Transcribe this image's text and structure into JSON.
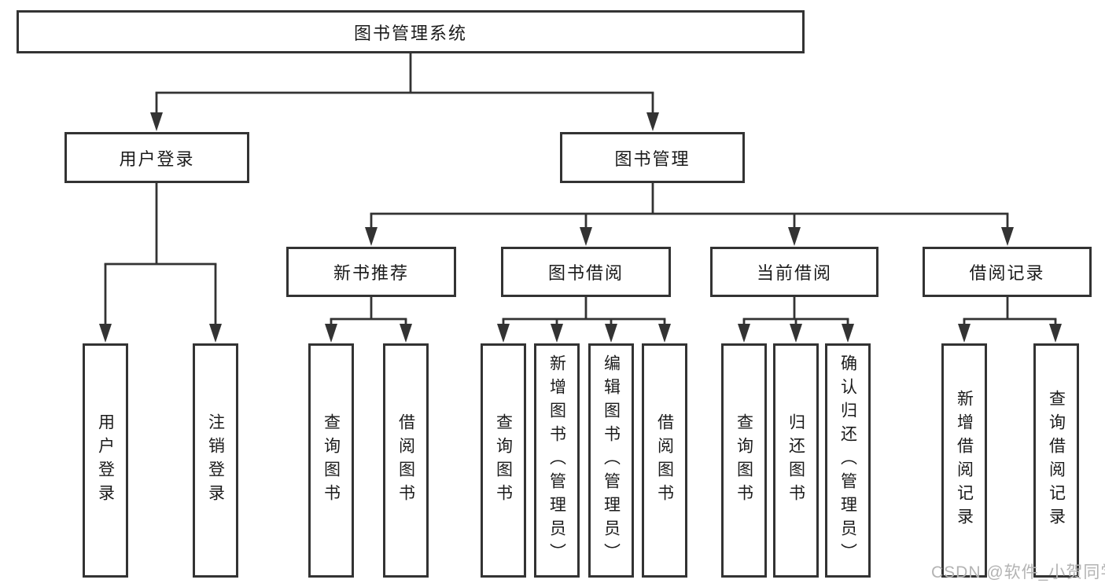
{
  "diagram": {
    "type": "tree",
    "root": {
      "label": "图书管理系统"
    },
    "level2": [
      {
        "label": "用户登录",
        "leaves": [
          {
            "label": "用户登录"
          },
          {
            "label": "注销登录"
          }
        ]
      },
      {
        "label": "图书管理",
        "groups": [
          {
            "label": "新书推荐",
            "leaves": [
              {
                "label": "查询图书"
              },
              {
                "label": "借阅图书"
              }
            ]
          },
          {
            "label": "图书借阅",
            "leaves": [
              {
                "label": "查询图书"
              },
              {
                "label": "新增图书（管理员）"
              },
              {
                "label": "编辑图书（管理员）"
              },
              {
                "label": "借阅图书"
              }
            ]
          },
          {
            "label": "当前借阅",
            "leaves": [
              {
                "label": "查询图书"
              },
              {
                "label": "归还图书"
              },
              {
                "label": "确认归还（管理员）"
              }
            ]
          },
          {
            "label": "借阅记录",
            "leaves": [
              {
                "label": "新增借阅记录"
              },
              {
                "label": "查询借阅记录"
              }
            ]
          }
        ]
      }
    ],
    "colors": {
      "line": "#333333",
      "text": "#1b1b1b",
      "watermark": "#b3b3b3",
      "background": "#ffffff"
    }
  },
  "watermark": "CSDN @软件_小贺同学"
}
